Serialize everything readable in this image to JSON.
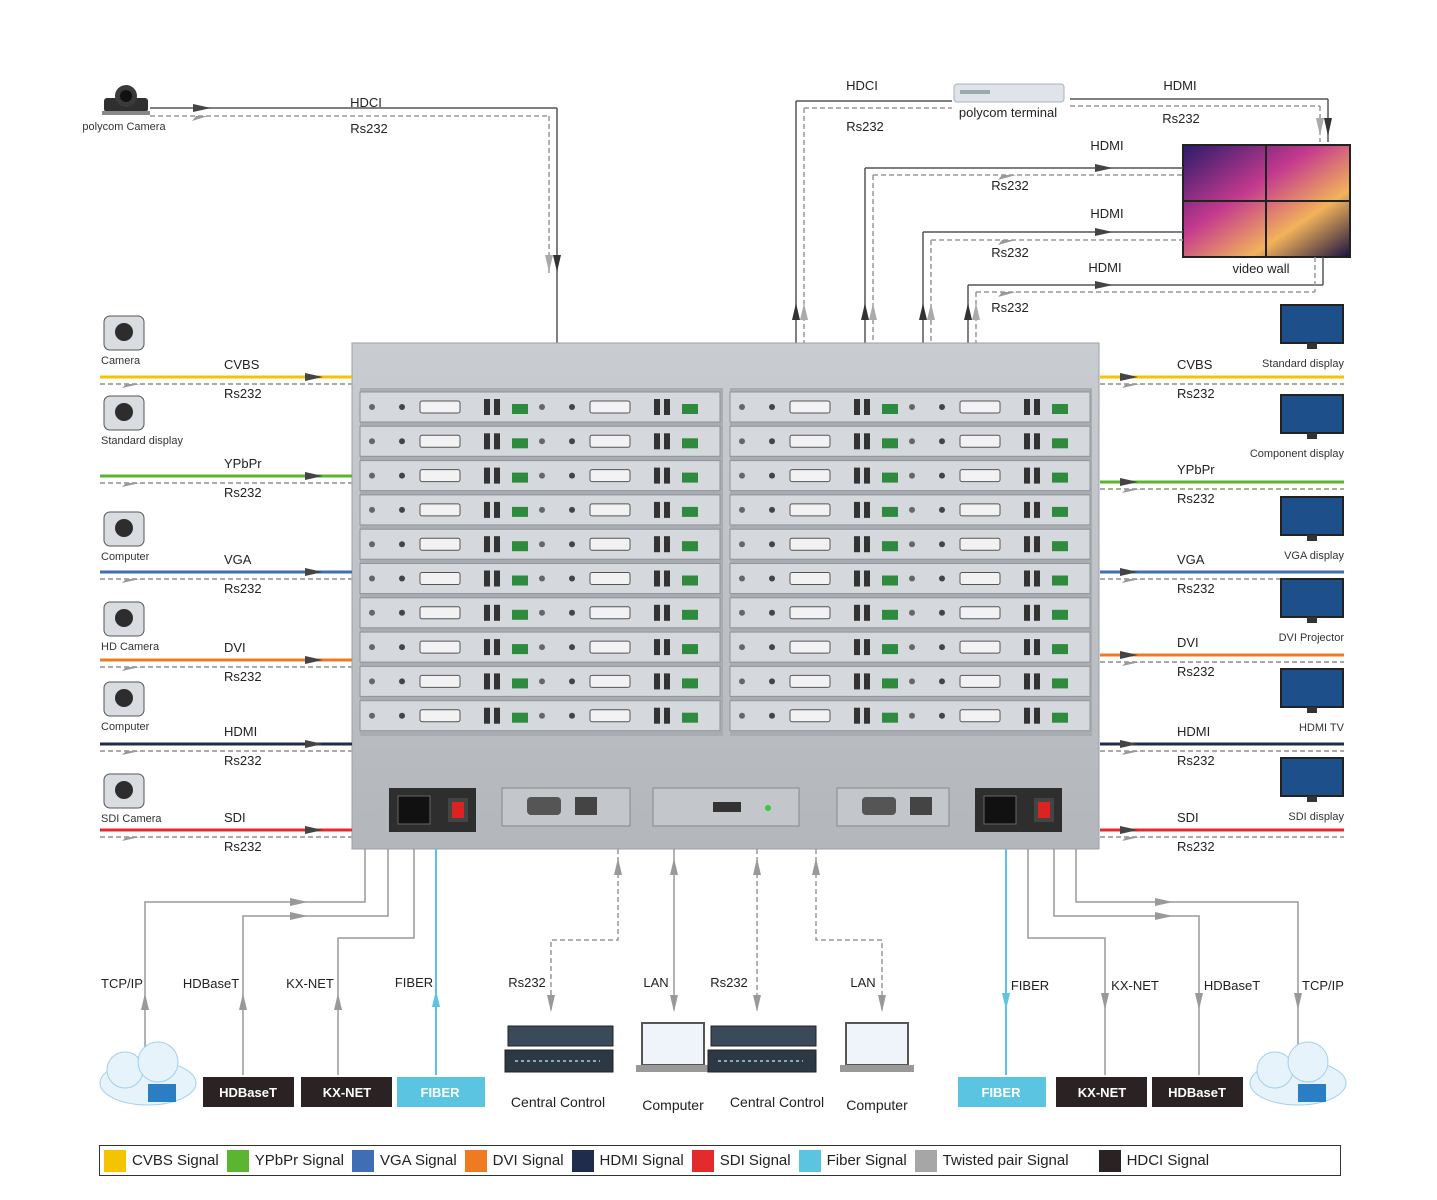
{
  "top": {
    "left_device": "polycom Camera",
    "left_line1": "HDCI",
    "left_line2": "Rs232",
    "terminal": "polycom terminal",
    "terminal_line1": "HDCI",
    "terminal_line2": "Rs232",
    "wall_line1": "HDMI",
    "wall_line2": "Rs232",
    "video_wall": "video  wall",
    "wall_feeds": [
      {
        "signal": "HDMI",
        "control": "Rs232"
      },
      {
        "signal": "HDMI",
        "control": "Rs232"
      },
      {
        "signal": "HDMI",
        "control": "Rs232"
      }
    ]
  },
  "inputs": [
    {
      "device": "Camera",
      "signal": "CVBS",
      "control": "Rs232",
      "color": "#f5c400"
    },
    {
      "device": "Standard display",
      "signal": "YPbPr",
      "control": "Rs232",
      "color": "#5cb531"
    },
    {
      "device": "Computer",
      "signal": "VGA",
      "control": "Rs232",
      "color": "#3f6eb5"
    },
    {
      "device": "HD Camera",
      "signal": "DVI",
      "control": "Rs232",
      "color": "#ef7a22"
    },
    {
      "device": "Computer",
      "signal": "HDMI",
      "control": "Rs232",
      "color": "#1f2c4c"
    },
    {
      "device": "SDI Camera",
      "signal": "SDI",
      "control": "Rs232",
      "color": "#e42b2b"
    }
  ],
  "outputs": [
    {
      "device": "Standard display",
      "signal": "CVBS",
      "control": "Rs232",
      "color": "#f5c400"
    },
    {
      "device": "Component display",
      "signal": "YPbPr",
      "control": "Rs232",
      "color": "#5cb531"
    },
    {
      "device": "VGA display",
      "signal": "VGA",
      "control": "Rs232",
      "color": "#3f6eb5"
    },
    {
      "device": "DVI Projector",
      "signal": "DVI",
      "control": "Rs232",
      "color": "#ef7a22"
    },
    {
      "device": "HDMI TV",
      "signal": "HDMI",
      "control": "Rs232",
      "color": "#1f2c4c"
    },
    {
      "device": "SDI display",
      "signal": "SDI",
      "control": "Rs232",
      "color": "#e42b2b"
    }
  ],
  "bottom_left": {
    "links": [
      "TCP/IP",
      "HDBaseT",
      "KX-NET",
      "FIBER"
    ],
    "boxes": [
      "HDBaseT",
      "KX-NET",
      "FIBER"
    ]
  },
  "bottom_center": {
    "links": [
      "Rs232",
      "LAN",
      "Rs232",
      "LAN"
    ],
    "devices": [
      "Central Control",
      "Computer",
      "Central Control",
      "Computer"
    ]
  },
  "bottom_right": {
    "links": [
      "FIBER",
      "KX-NET",
      "HDBaseT",
      "TCP/IP"
    ],
    "boxes": [
      "FIBER",
      "KX-NET",
      "HDBaseT"
    ]
  },
  "legend": [
    {
      "label": "CVBS Signal",
      "color": "#f5c400"
    },
    {
      "label": "YPbPr Signal",
      "color": "#5cb531"
    },
    {
      "label": "VGA Signal",
      "color": "#3f6eb5"
    },
    {
      "label": "DVI Signal",
      "color": "#ef7a22"
    },
    {
      "label": "HDMI Signal",
      "color": "#1f2c4c"
    },
    {
      "label": "SDI Signal",
      "color": "#e42b2b"
    },
    {
      "label": "Fiber Signal",
      "color": "#5bc4e0"
    },
    {
      "label": "Twisted pair Signal",
      "color": "#a6a6a6"
    },
    {
      "label": "HDCI Signal",
      "color": "#2b2323"
    }
  ]
}
